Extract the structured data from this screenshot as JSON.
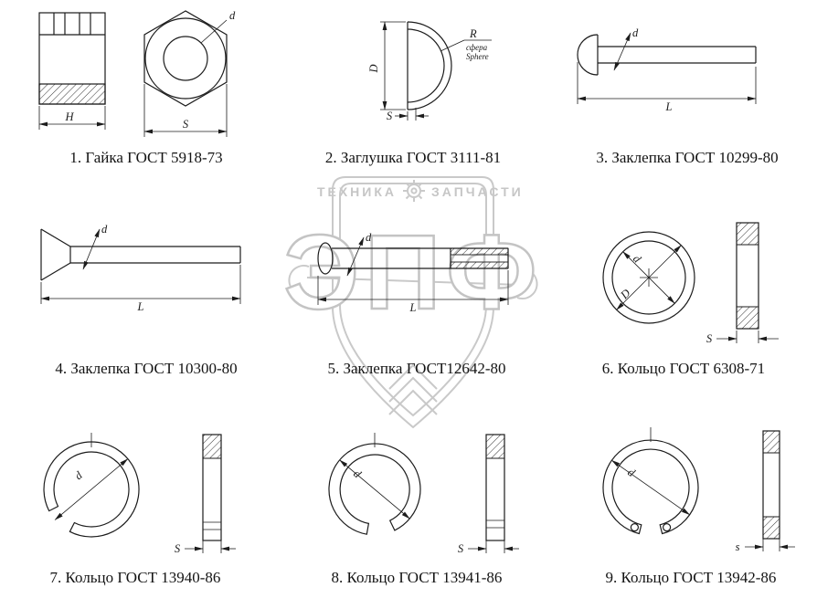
{
  "page": {
    "background": "#ffffff",
    "ink_color": "#1c1c1c"
  },
  "watermark": {
    "brand_left": "ТЕХНИКА",
    "brand_right": "ЗАПЧАСТИ",
    "shield_letters": "ЭПФ",
    "color": "#c8c8c8"
  },
  "figures": [
    {
      "caption": "1. Гайка ГОСТ 5918-73",
      "labels": {
        "H": "H",
        "S": "S",
        "d": "d"
      }
    },
    {
      "caption": "2. Заглушка ГОСТ 3111-81",
      "labels": {
        "D": "D",
        "S": "S",
        "R": "R",
        "sphere_ru": "сфера",
        "sphere_en": "Sphere"
      }
    },
    {
      "caption": "3. Заклепка ГОСТ 10299-80",
      "labels": {
        "d": "d",
        "L": "L"
      }
    },
    {
      "caption": "4. Заклепка ГОСТ 10300-80",
      "labels": {
        "d": "d",
        "L": "L"
      }
    },
    {
      "caption": "5. Заклепка ГОСТ12642-80",
      "labels": {
        "d": "d",
        "L": "L"
      }
    },
    {
      "caption": "6. Кольцо ГОСТ 6308-71",
      "labels": {
        "d": "d",
        "D": "D",
        "S": "S"
      }
    },
    {
      "caption": "7. Кольцо ГОСТ 13940-86",
      "labels": {
        "d": "d",
        "s": "S"
      }
    },
    {
      "caption": "8. Кольцо ГОСТ 13941-86",
      "labels": {
        "d": "d",
        "s": "S"
      }
    },
    {
      "caption": "9. Кольцо ГОСТ 13942-86",
      "labels": {
        "d": "d",
        "s": "s"
      }
    }
  ]
}
